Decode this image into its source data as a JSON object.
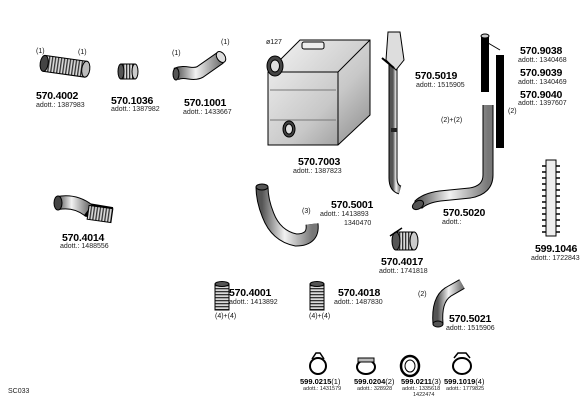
{
  "parts": [
    {
      "id": "p1",
      "number": "570.4002",
      "adott": "adott.: 1387983",
      "notes": [
        "(1)",
        "(1)"
      ]
    },
    {
      "id": "p2",
      "number": "570.1036",
      "adott": "adott.: 1387982",
      "notes": []
    },
    {
      "id": "p3",
      "number": "570.1001",
      "adott": "adott.: 1433667",
      "notes": [
        "(1)",
        "(1)"
      ]
    },
    {
      "id": "p4",
      "number": "570.7003",
      "adott": "adott.: 1387823",
      "notes": [
        "ø127"
      ]
    },
    {
      "id": "p5",
      "number": "570.5019",
      "adott": "adott.: 1515905",
      "notes": [
        "(2)+(2)"
      ]
    },
    {
      "id": "p6",
      "number": "570.9038",
      "adott": "adott.: 1340468",
      "notes": []
    },
    {
      "id": "p7",
      "number": "570.9039",
      "adott": "adott.: 1340469",
      "notes": []
    },
    {
      "id": "p8",
      "number": "570.9040",
      "adott": "adott.: 1397607",
      "notes": [
        "(2)"
      ]
    },
    {
      "id": "p9",
      "number": "570.4014",
      "adott": "adott.: 1488556",
      "notes": []
    },
    {
      "id": "p10",
      "number": "570.5001",
      "adott": "adott.: 1413893",
      "adott2": "1340470",
      "notes": [
        "(3)"
      ]
    },
    {
      "id": "p11",
      "number": "570.5020",
      "adott": "adott.:",
      "notes": []
    },
    {
      "id": "p12",
      "number": "599.1046",
      "adott": "adott.: 1722843",
      "notes": []
    },
    {
      "id": "p13",
      "number": "570.4017",
      "adott": "adott.: 1741818",
      "notes": []
    },
    {
      "id": "p14",
      "number": "570.4001",
      "adott": "adott.: 1413892",
      "notes": [
        "(4)+(4)"
      ]
    },
    {
      "id": "p15",
      "number": "570.4018",
      "adott": "adott.: 1487830",
      "notes": [
        "(4)+(4)"
      ]
    },
    {
      "id": "p16",
      "number": "570.5021",
      "adott": "adott.: 1515906",
      "notes": [
        "(2)"
      ]
    }
  ],
  "clamps": [
    {
      "number": "599.0215",
      "qty": "(1)",
      "adott": "adott.: 1431579",
      "adott2": ""
    },
    {
      "number": "599.0204",
      "qty": "(2)",
      "adott": "adott.: 328928",
      "adott2": ""
    },
    {
      "number": "599.0211",
      "qty": "(3)",
      "adott": "adott.: 1335618",
      "adott2": "1422474"
    },
    {
      "number": "599.1019",
      "qty": "(4)",
      "adott": "adott.: 1779825",
      "adott2": ""
    }
  ],
  "code": "SC033",
  "colors": {
    "line": "#000000",
    "shade": "#9a9a9a",
    "shade_light": "#d8d8d8",
    "shade_dark": "#6a6a6a"
  }
}
